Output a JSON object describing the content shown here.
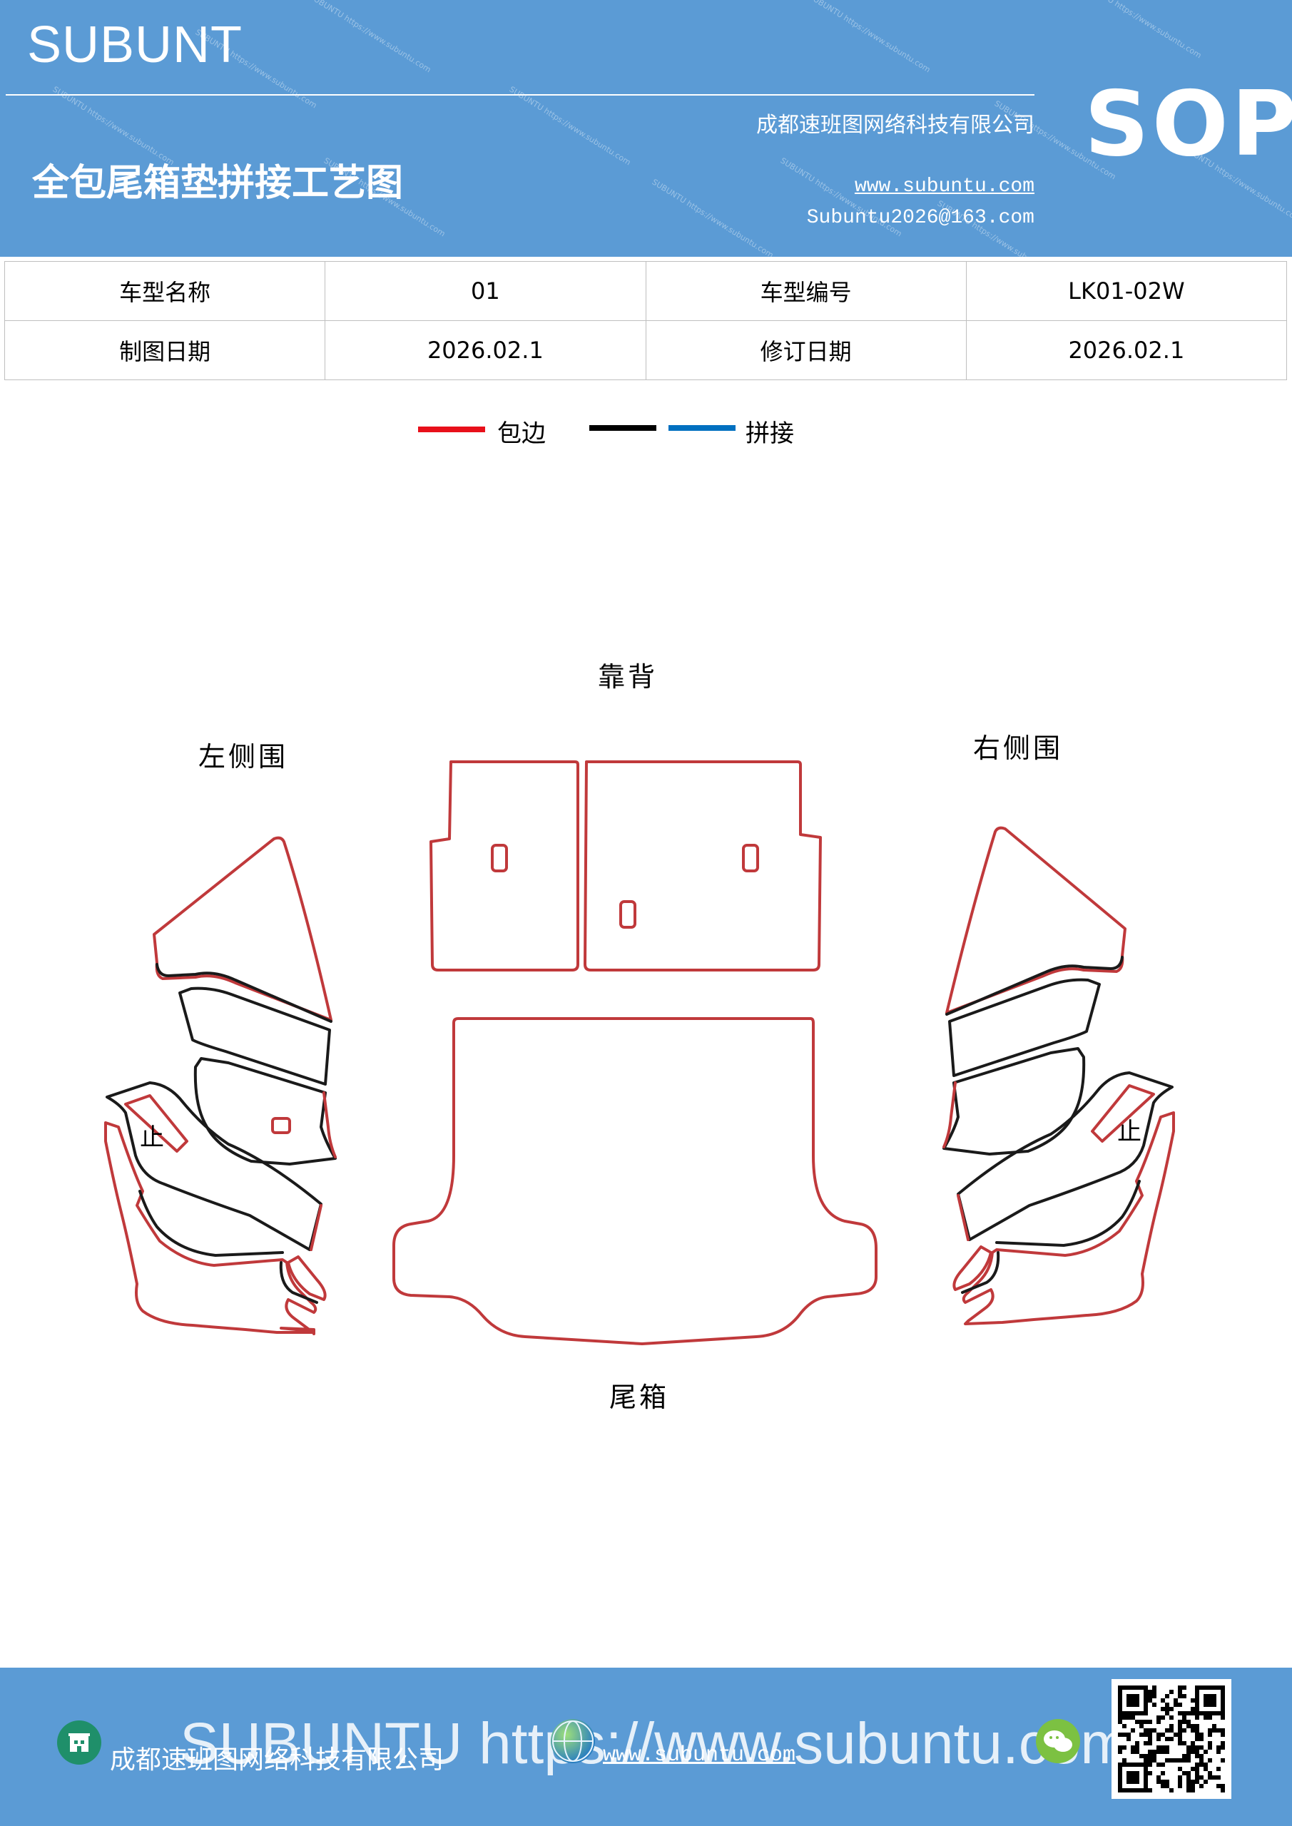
{
  "header": {
    "brand": "SUBUNT",
    "company": "成都速班图网络科技有限公司",
    "title": "全包尾箱垫拼接工艺图",
    "website": "www.subuntu.com",
    "email": "Subuntu2026@163.com",
    "badge": "SOP",
    "watermark": "SUBUNTU https://www.subuntu.com"
  },
  "info_table": {
    "rows": [
      [
        {
          "label": "车型名称",
          "value": "01"
        },
        {
          "label": "车型编号",
          "value": "LK01-02W"
        }
      ],
      [
        {
          "label": "制图日期",
          "value": "2026.02.1"
        },
        {
          "label": "修订日期",
          "value": "2026.02.1"
        }
      ]
    ]
  },
  "legend": {
    "items": [
      {
        "label": "包边",
        "colors": [
          "#e8101a"
        ]
      },
      {
        "label": "拼接",
        "colors": [
          "#000000",
          "#0070c0"
        ]
      }
    ]
  },
  "diagram": {
    "labels": {
      "backrest": "靠背",
      "left_side": "左侧围",
      "right_side": "右侧围",
      "trunk": "尾箱",
      "left_mark": "止",
      "right_mark": "止"
    },
    "colors": {
      "edge": "#c0393b",
      "seam": "#1a1a1a"
    }
  },
  "footer": {
    "company": "成都速班图网络科技有限公司",
    "website": "www.subuntu.com",
    "banner": "SUBUNTU https://www.subuntu.com",
    "icons": [
      "building-icon",
      "globe-icon",
      "wechat-icon",
      "qr-code"
    ]
  }
}
